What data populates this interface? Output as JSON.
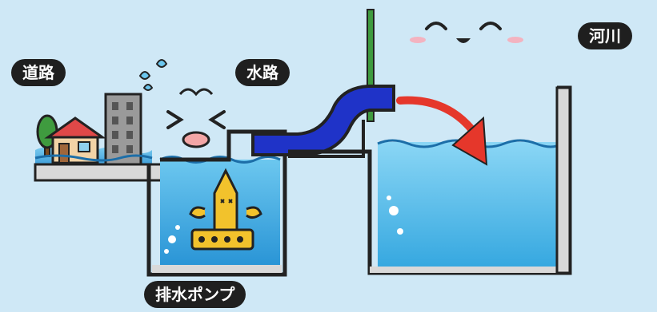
{
  "labels": {
    "road": "道路",
    "channel": "水路",
    "river": "河川",
    "pump": "排水ポンプ"
  },
  "colors": {
    "sky": "#cfe8f6",
    "water": "#4fb6e6",
    "pipe": "#1f33c8",
    "arrow": "#e5372b",
    "pump": "#f2c22c",
    "concrete": "#d9d9d9"
  }
}
